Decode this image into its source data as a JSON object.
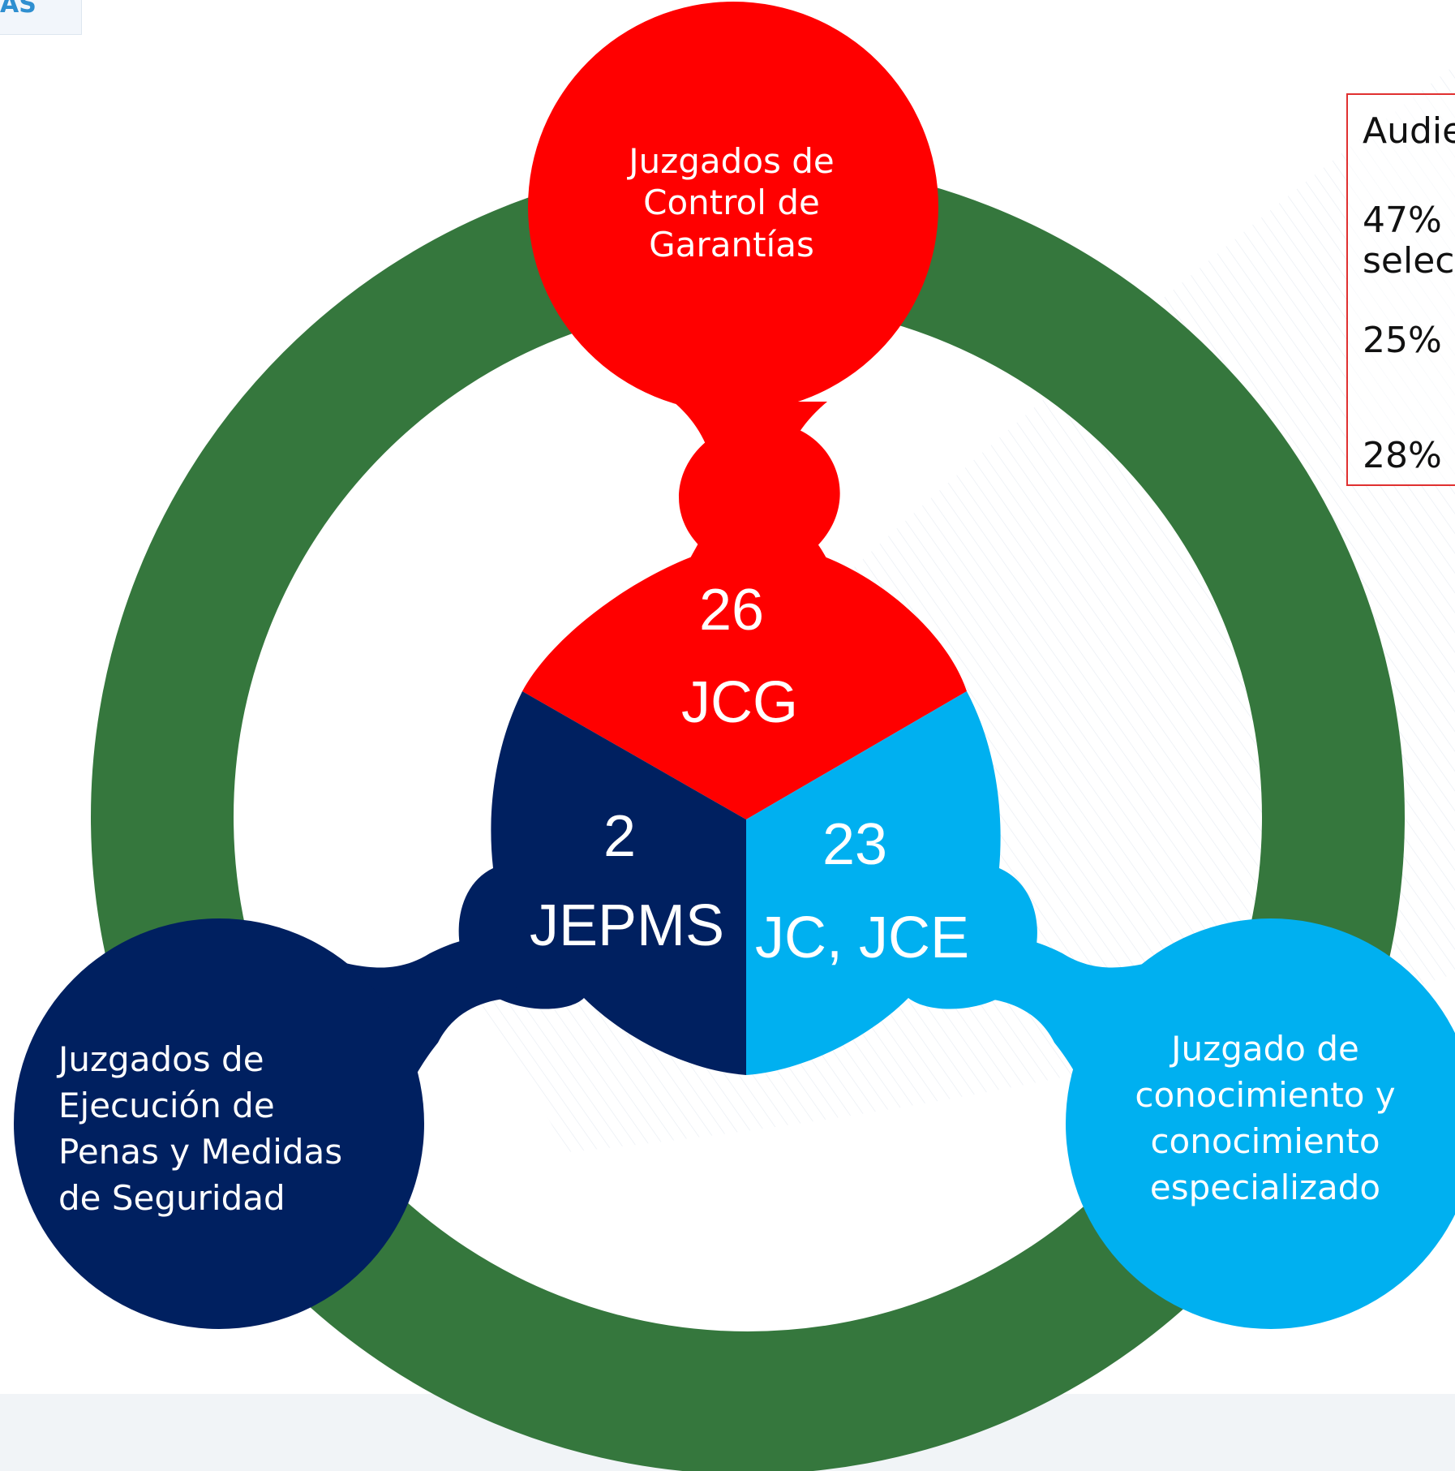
{
  "logo": {
    "text": "AS"
  },
  "colors": {
    "ring": "#35773d",
    "jcg": "#ff0000",
    "jepms": "#002060",
    "jc": "#00b0f0",
    "box_border": "#e03030"
  },
  "nodes": {
    "jcg": {
      "title_lines": [
        "Juzgados de",
        "Control de",
        "Garantías"
      ],
      "count": "26",
      "abbr": "JCG"
    },
    "jepms": {
      "title_lines": [
        "Juzgados de",
        "Ejecución de",
        "Penas y Medidas",
        "de Seguridad"
      ],
      "count": "2",
      "abbr": "JEPMS"
    },
    "jc": {
      "title_lines": [
        "Juzgado de",
        "conocimiento y",
        "conocimiento",
        "especializado"
      ],
      "count": "23",
      "abbr": "JC, JCE"
    }
  },
  "side_box": {
    "lines": [
      "Audie",
      "47%",
      "selec",
      "25%",
      "28%"
    ]
  }
}
